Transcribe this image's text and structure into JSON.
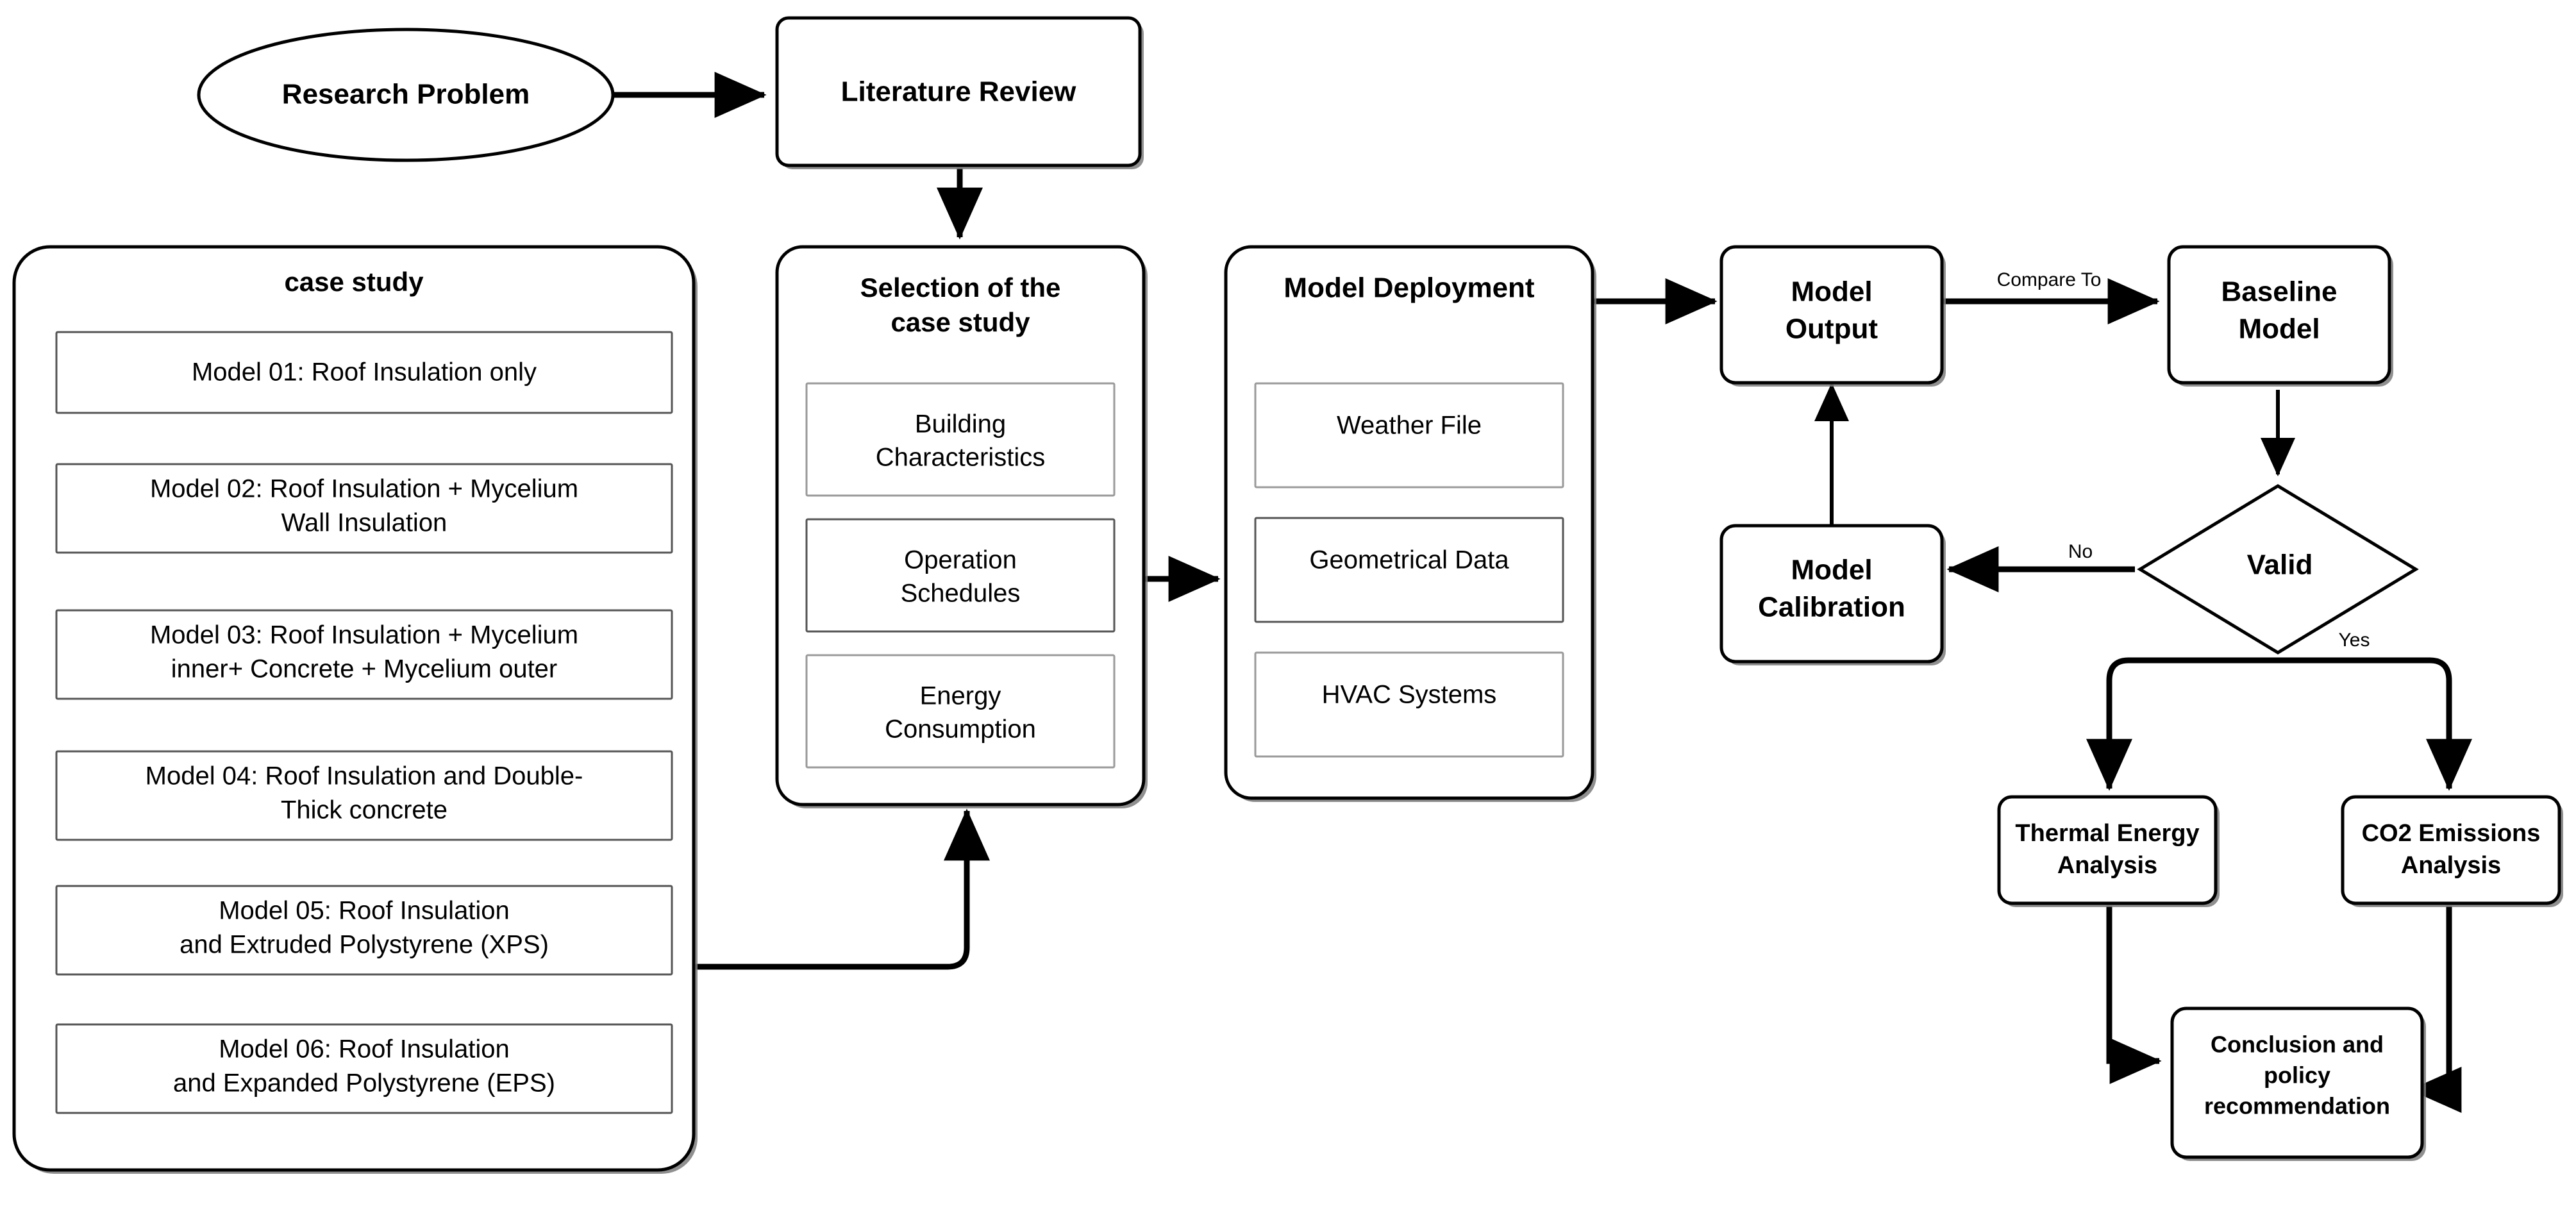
{
  "diagram": {
    "title_node": "Research Problem",
    "nodes": {
      "research_problem": "Research Problem",
      "literature_review": "Literature Review",
      "case_study_header": "case study",
      "selection_header_line1": "Selection of the",
      "selection_header_line2": "case study",
      "model_deployment": "Model Deployment",
      "model_output_line1": "Model",
      "model_output_line2": "Output",
      "baseline_model_line1": "Baseline",
      "baseline_model_line2": "Model",
      "model_calibration_line1": "Model",
      "model_calibration_line2": "Calibration",
      "valid": "Valid",
      "thermal_energy_line1": "Thermal Energy",
      "thermal_energy_line2": "Analysis",
      "co2_emissions_line1": "CO2 Emissions",
      "co2_emissions_line2": "Analysis",
      "conclusion_line1": "Conclusion and",
      "conclusion_line2": "policy",
      "conclusion_line3": "recommendation"
    },
    "case_study_models": [
      {
        "line1": "Model 01: Roof Insulation only",
        "line2": ""
      },
      {
        "line1": "Model 02: Roof Insulation + Mycelium",
        "line2": "Wall Insulation"
      },
      {
        "line1": "Model 03: Roof Insulation + Mycelium",
        "line2": "inner+ Concrete + Mycelium outer"
      },
      {
        "line1": "Model 04: Roof Insulation and Double-",
        "line2": "Thick concrete"
      },
      {
        "line1": "Model 05: Roof Insulation",
        "line2": "and Extruded Polystyrene (XPS)"
      },
      {
        "line1": "Model 06: Roof Insulation",
        "line2": "and Expanded Polystyrene (EPS)"
      }
    ],
    "selection_items": [
      {
        "line1": "Building",
        "line2": "Characteristics"
      },
      {
        "line1": "Operation",
        "line2": "Schedules"
      },
      {
        "line1": "Energy",
        "line2": "Consumption"
      }
    ],
    "deployment_items": [
      {
        "line1": "Weather File",
        "line2": ""
      },
      {
        "line1": "Geometrical Data",
        "line2": ""
      },
      {
        "line1": "HVAC Systems",
        "line2": ""
      }
    ],
    "edge_labels": {
      "compare_to": "Compare To",
      "no": "No",
      "yes": "Yes"
    },
    "colors": {
      "stroke": "#000000",
      "thin_stroke": "#9a9a9a",
      "background": "#ffffff",
      "text": "#000000"
    }
  }
}
